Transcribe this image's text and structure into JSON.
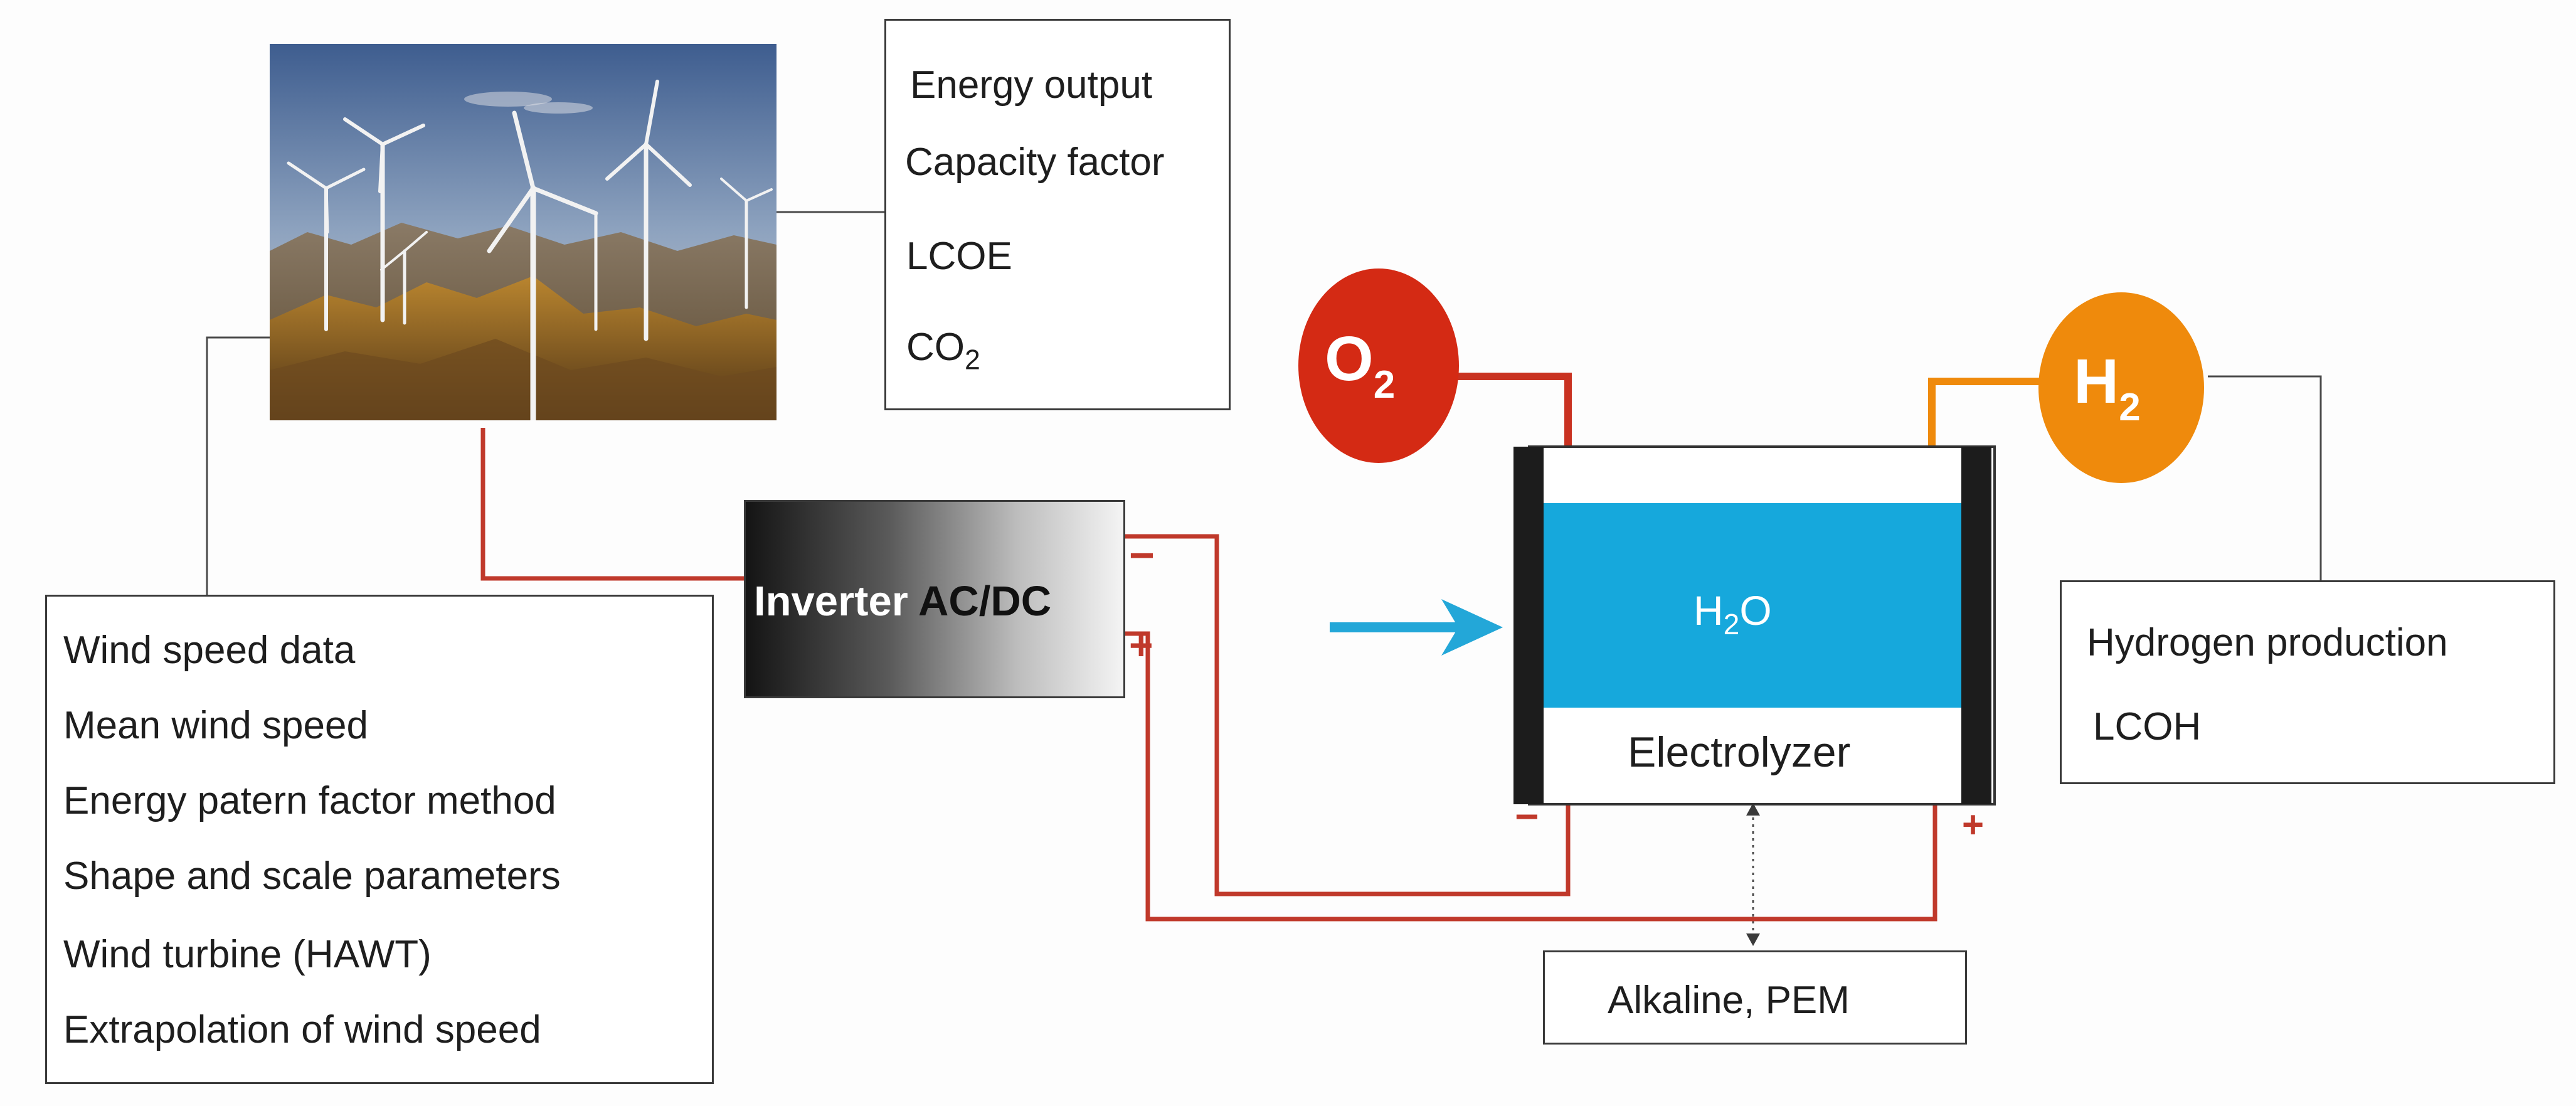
{
  "outputs_box": {
    "energy_output": "Energy output",
    "capacity_factor": "Capacity factor",
    "lcoe": "LCOE",
    "co2_base": "CO",
    "co2_sub": "2"
  },
  "inputs_box": {
    "items": [
      "Wind speed data",
      "Mean wind speed",
      "Energy patern factor method",
      "Shape and scale parameters",
      "Wind turbine (HAWT)",
      "Extrapolation of wind speed"
    ]
  },
  "inverter": {
    "label_part1": "Inverter",
    "label_part2": "AC/DC",
    "minus": "−",
    "plus": "+"
  },
  "oxygen": {
    "base": "O",
    "sub": "2"
  },
  "hydrogen": {
    "base": "H",
    "sub": "2"
  },
  "water": {
    "base": "H",
    "sub": "2",
    "tail": "O"
  },
  "electrolyzer": {
    "label": "Electrolyzer",
    "minus": "−",
    "plus": "+"
  },
  "types_box": {
    "label": "Alkaline, PEM"
  },
  "hydrogen_box": {
    "production": "Hydrogen production",
    "lcoh": "LCOH"
  },
  "colors": {
    "wire_red": "#c0392b",
    "oxygen_red": "#d42a14",
    "hydrogen_orange": "#ef8a0c",
    "water_blue": "#16a8dc",
    "arrow_blue": "#23a7d8",
    "plate_black": "#1c1c1c",
    "leader_gray": "#3a3a3a"
  },
  "icons": {
    "photo": "wind-farm-photo-icon",
    "flow_arrow": "arrow-right-icon"
  }
}
